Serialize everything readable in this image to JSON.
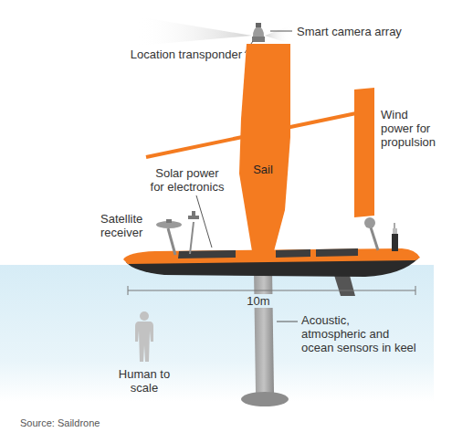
{
  "diagram": {
    "caption": "Source: Saildrone",
    "nodes": [
      {
        "text": [
          "Sail"
        ]
      }
    ],
    "labels": [
      "Smart camera array",
      "Location transponder",
      "Wind power for propulsion",
      "Solar power for electronics",
      "Satellite receiver",
      "10m",
      "Acoustic, atmospheric and ocean sensors in keel",
      "Human to scale"
    ]
  }
}
